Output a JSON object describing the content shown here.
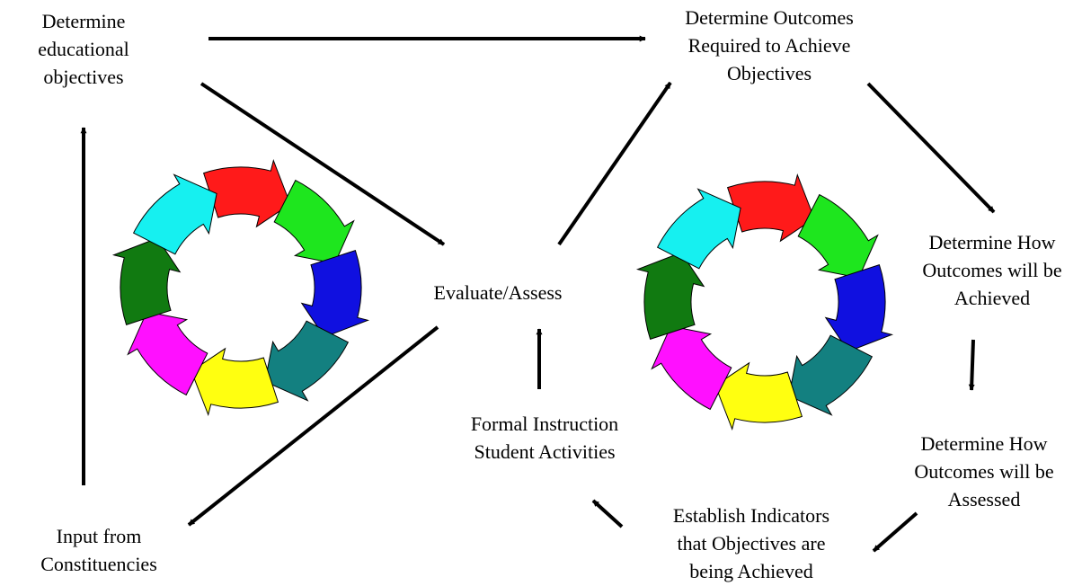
{
  "nodes": {
    "determine_objectives": {
      "lines": [
        "Determine",
        "educational",
        "objectives"
      ]
    },
    "determine_outcomes": {
      "lines": [
        "Determine Outcomes",
        "Required to Achieve",
        "Objectives"
      ]
    },
    "outcomes_achieved": {
      "lines": [
        "Determine How",
        "Outcomes will be",
        "Achieved"
      ]
    },
    "outcomes_assessed": {
      "lines": [
        "Determine How",
        "Outcomes will be",
        "Assessed"
      ]
    },
    "establish_indicators": {
      "lines": [
        "Establish Indicators",
        "that Objectives are",
        "being Achieved"
      ]
    },
    "formal_instruction": {
      "lines": [
        "Formal Instruction",
        "Student Activities"
      ]
    },
    "evaluate_assess": {
      "lines": [
        "Evaluate/Assess"
      ]
    },
    "input_constituencies": {
      "lines": [
        "Input from",
        "Constituencies"
      ]
    }
  },
  "cycle_colors": [
    "#ff1a1a",
    "#1ee61e",
    "#1010e0",
    "#138080",
    "#ffff10",
    "#ff10ff",
    "#117a11",
    "#16f0f0"
  ],
  "arrow_color": "#000000"
}
